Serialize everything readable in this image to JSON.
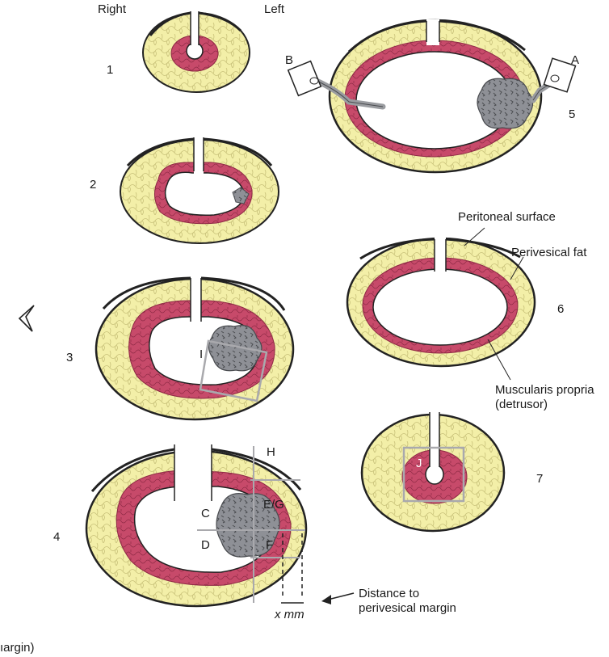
{
  "header": {
    "right": "Right",
    "left": "Left"
  },
  "numbers": [
    "1",
    "2",
    "3",
    "4",
    "5",
    "6",
    "7"
  ],
  "section_labels": {
    "A": "A",
    "B": "B",
    "C": "C",
    "D": "D",
    "EG": "E/G",
    "F": "F",
    "H": "H",
    "I": "I",
    "J": "J"
  },
  "callouts": {
    "peritoneal": "Peritoneal surface",
    "perivesical": "Perivesical fat",
    "muscularis_1": "Muscularis propria",
    "muscularis_2": "(detrusor)",
    "distance_1": "Distance to",
    "distance_2": "perivesical margin",
    "xmm": "x mm"
  },
  "footer": {
    "fragment": "ıargin)"
  },
  "colors": {
    "fat": "#f3efa8",
    "fat_cell": "#c9c27a",
    "muscle": "#c74a6a",
    "muscle_line": "#8e2a45",
    "tumor": "#8e9096",
    "tumor_line": "#4a4c50",
    "outline": "#222222",
    "box_line": "#a9a9ad",
    "peritoneum": "#ffffff"
  },
  "icons": [
    "cut-edge-arrow-icon",
    "pointer-arrow-icon"
  ]
}
